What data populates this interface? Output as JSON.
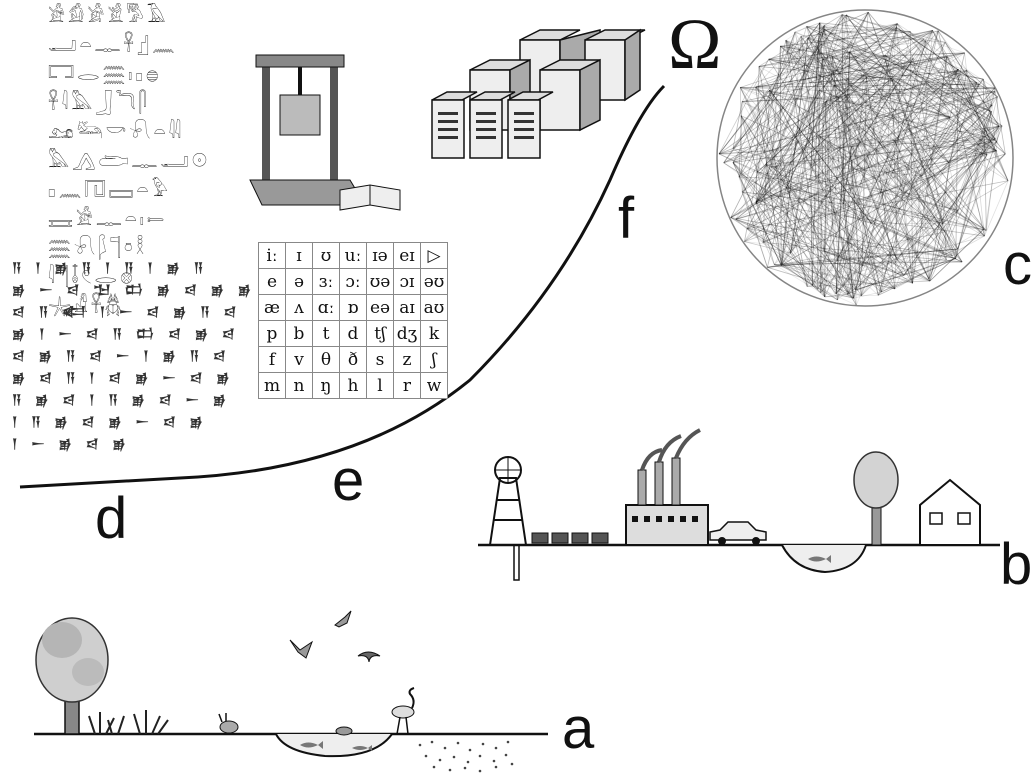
{
  "labels": {
    "omega": "Ω",
    "a": "a",
    "b": "b",
    "c": "c",
    "d": "d",
    "e": "e",
    "f": "f"
  },
  "hieroglyph_rows": [
    "𓀀𓀁𓀂𓀃𓀄𓄿",
    "𓂝𓏏𓊃𓋹𓊨𓈖",
    "𓉐𓂋𓈗𓏤𓊪𓐍",
    "𓋹𓇋𓅓𓃀𓆓𓋴",
    "𓃭𓃛𓎡𓍯𓏏𓇌",
    "𓅓𓂻𓂧𓊃𓂝𓇳",
    "𓊪𓈖𓉔𓈙𓏏𓅱",
    "𓈘𓀀𓊃𓏏𓏤𓍿",
    "𓈗𓍯𓆄𓊹𓏌𓎛",
    "𓇋𓊹𓄤𓏲𓂋𓊖",
    "𓇼𓀭𓋹𓆣"
  ],
  "cuneiform_rows": [
    "𒀀 𒁹 𒂊 𒀀 𒁹 𒀀 𒁹 𒂊 𒀀",
    "𒂊 𒀸 𒁀 𒈠 𒆗 𒂊 𒁀 𒂊 𒂊",
    "𒁀 𒀀 𒅗 𒁹 𒀸 𒁀 𒂊 𒀀 𒁀",
    "𒂊 𒁹 𒀸 𒁀 𒀀 𒆗 𒁀 𒂊 𒁀",
    "𒁀 𒂊 𒀀 𒁀 𒀸 𒁹 𒂊 𒀀 𒁀",
    "𒂊 𒁀 𒀀 𒁹 𒁀 𒂊 𒀸 𒁀 𒂊",
    "𒀀 𒂊 𒁀 𒁹 𒀀 𒂊 𒁀 𒀸 𒂊",
    "𒁹 𒀀 𒂊 𒁀 𒂊 𒀸 𒁀 𒂊",
    "𒁹 𒀸 𒂊 𒁀 𒂊"
  ],
  "ipa_rows": [
    [
      "iː",
      "ɪ",
      "ʊ",
      "uː",
      "ɪə",
      "eɪ",
      "▷"
    ],
    [
      "e",
      "ə",
      "ɜː",
      "ɔː",
      "ʊə",
      "ɔɪ",
      "əʊ"
    ],
    [
      "æ",
      "ʌ",
      "ɑː",
      "ɒ",
      "eə",
      "aɪ",
      "aʊ"
    ],
    [
      "p",
      "b",
      "t",
      "d",
      "tʃ",
      "dʒ",
      "k"
    ],
    [
      "f",
      "v",
      "θ",
      "ð",
      "s",
      "z",
      "ʃ"
    ],
    [
      "m",
      "n",
      "ŋ",
      "h",
      "l",
      "r",
      "w"
    ]
  ]
}
